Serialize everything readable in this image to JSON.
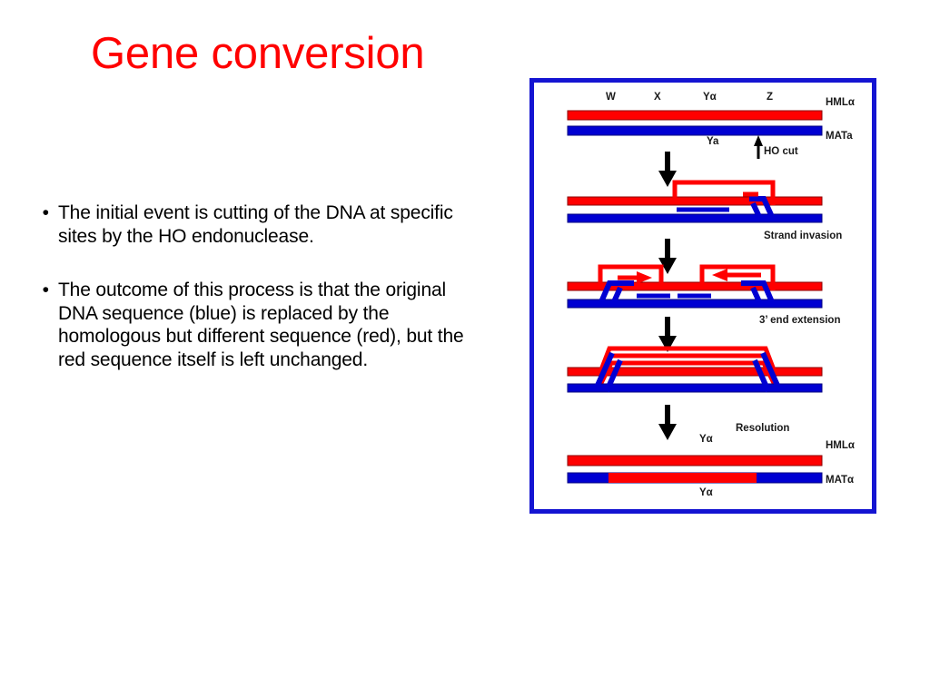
{
  "slide": {
    "title": "Gene conversion",
    "title_color": "#ff0000",
    "background": "#ffffff",
    "bullet_marker": "•"
  },
  "bullets": [
    {
      "text": "The initial event is cutting of the DNA at specific sites by the HO endonuclease."
    },
    {
      "text": "The outcome of this process is that the original DNA sequence (blue) is replaced by the homologous but different sequence (red), but the red sequence itself is left unchanged."
    }
  ],
  "figure": {
    "frame_color": "#1414d2",
    "red": "#ff0000",
    "blue": "#0000d2",
    "dark_red": "#8b0000",
    "black": "#000000",
    "gene_labels": [
      {
        "text": "W"
      },
      {
        "text": "X"
      },
      {
        "text": "Yα"
      },
      {
        "text": "Z"
      }
    ],
    "locus_top": "HMLα",
    "locus_mid": "MATa",
    "ya_label": "Ya",
    "ho_cut_label": "HO cut",
    "stage_labels": [
      {
        "text": "Strand invasion"
      },
      {
        "text": "3’ end extension"
      },
      {
        "text": "Resolution"
      }
    ],
    "result_top_label": "Yα",
    "result_bottom_label": "Yα",
    "result_locus_top": "HMLα",
    "result_locus_bottom": "MATα"
  }
}
